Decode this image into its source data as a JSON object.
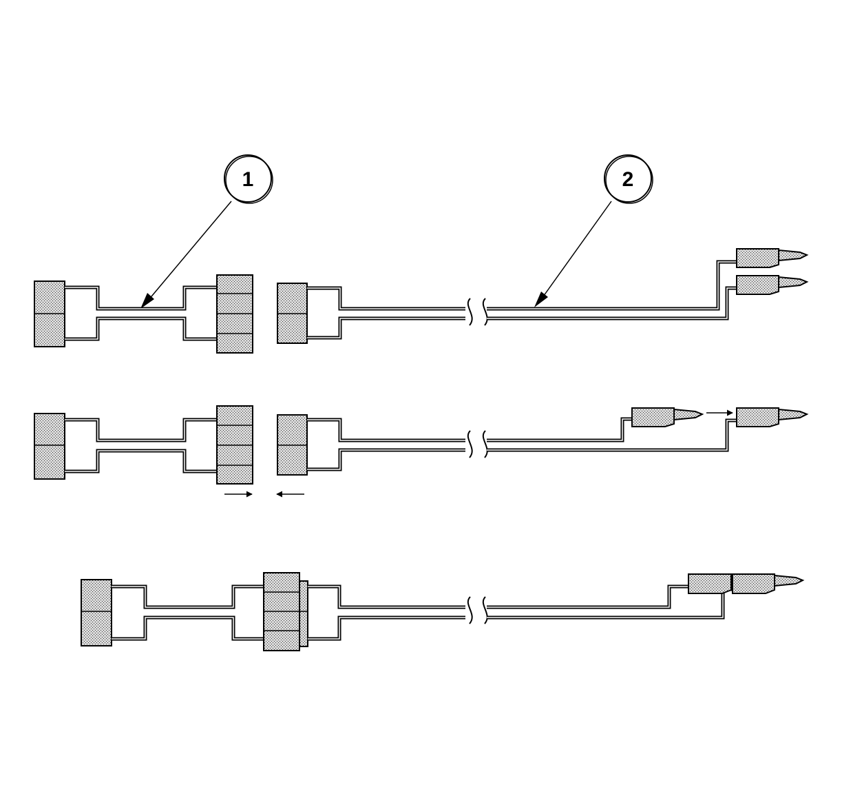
{
  "colors": {
    "line": "#000000",
    "background": "#ffffff",
    "connector_fill": "#d9d9d9",
    "stipple": "#333333"
  },
  "callouts": [
    {
      "id": "1",
      "label": "1"
    },
    {
      "id": "2",
      "label": "2"
    }
  ]
}
